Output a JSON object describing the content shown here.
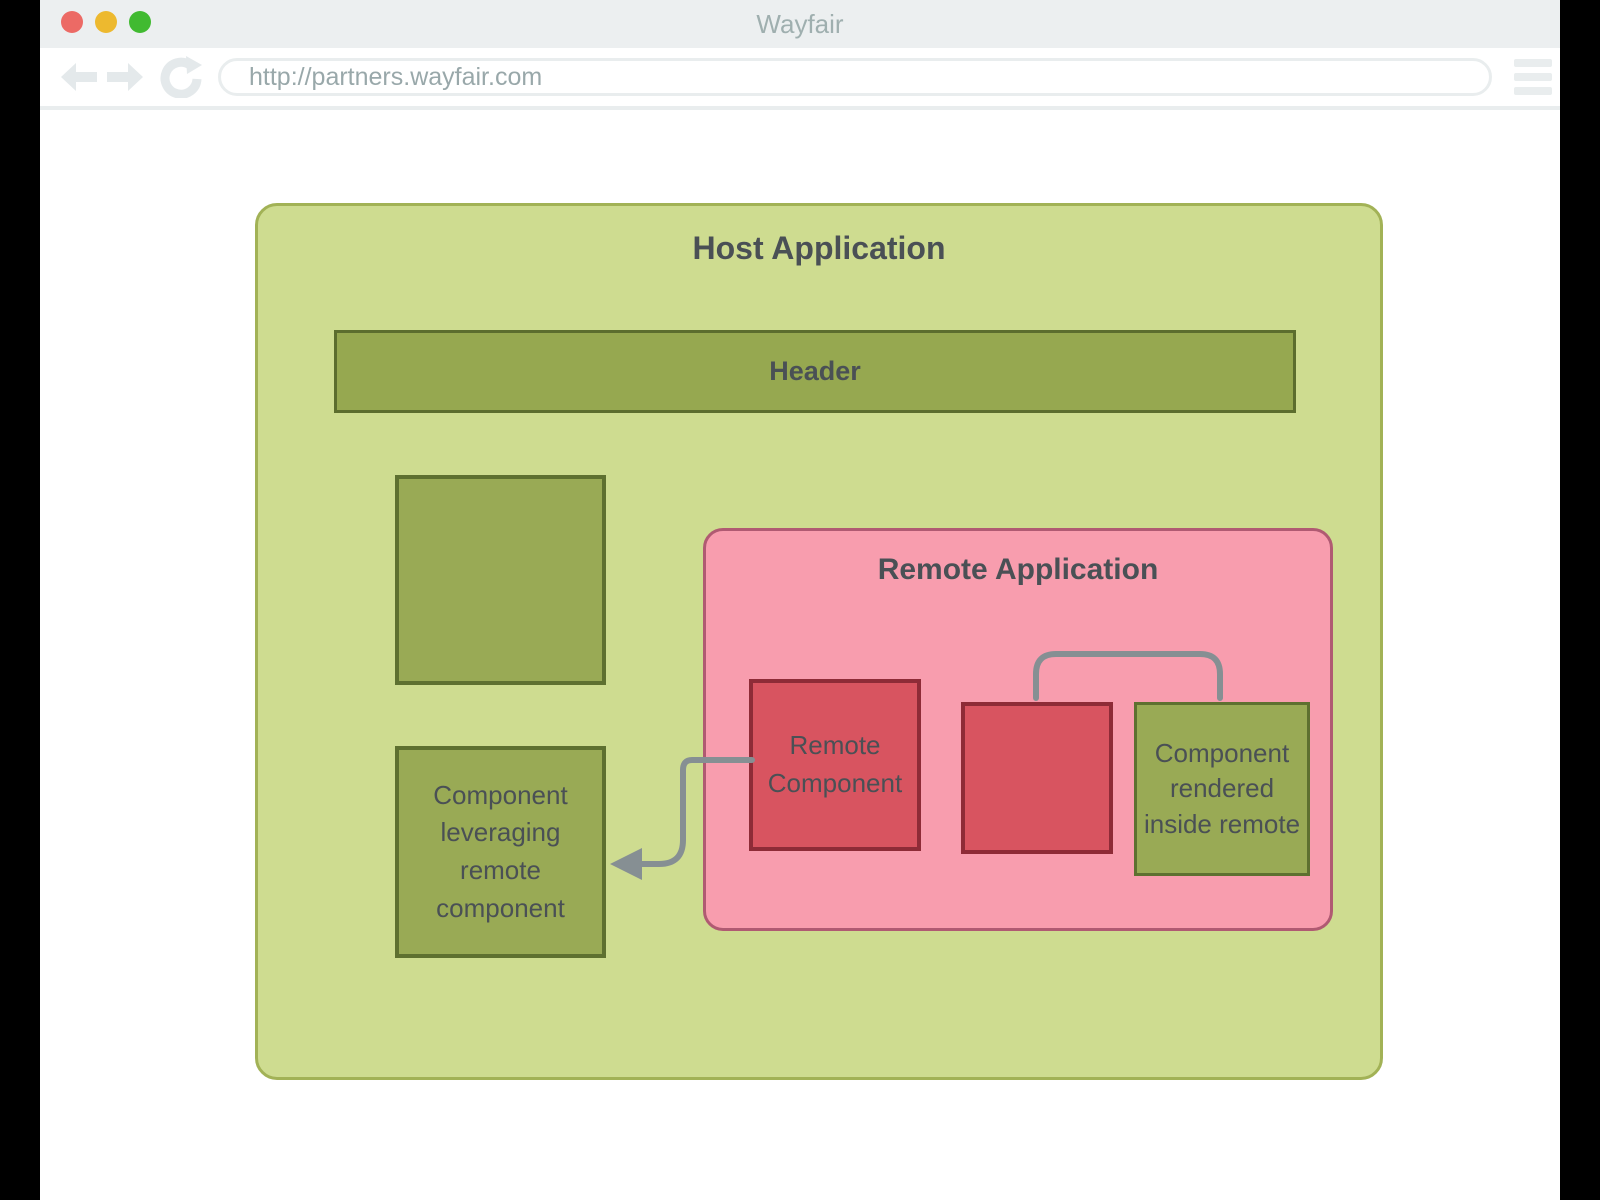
{
  "browser": {
    "window_title": "Wayfair",
    "address": "http://partners.wayfair.com"
  },
  "diagram": {
    "host": {
      "title": "Host Application",
      "header": "Header",
      "leveraging_component": "Component leveraging remote component"
    },
    "remote": {
      "title": "Remote Application",
      "remote_component": "Remote Component",
      "rendered_component": "Component rendered inside remote"
    }
  },
  "icons": {
    "traffic_lights": [
      "close-icon",
      "minimize-icon",
      "zoom-icon"
    ],
    "toolbar": [
      "back-icon",
      "forward-icon",
      "refresh-icon",
      "menu-icon"
    ]
  },
  "colors": {
    "chrome-bg": "#eceff0",
    "chrome-text": "#9fafaf",
    "chrome-icon": "#e4e9eb",
    "url-text": "#99a8aa",
    "light-red": "#ec6a65",
    "light-yellow": "#edb92f",
    "light-green": "#41ba31",
    "host-fill": "#cedc90",
    "host-border": "#a2b256",
    "olive-fill": "#96a850",
    "olive-border": "#5c6d2e",
    "green-fill": "#99aa55",
    "green-border": "#5e7030",
    "pink-fill": "#f89dae",
    "pink-border": "#b05a72",
    "red-fill": "#d85460",
    "red-border": "#8e2b37",
    "diagram-text": "#4a5055",
    "connector": "#868f93"
  }
}
